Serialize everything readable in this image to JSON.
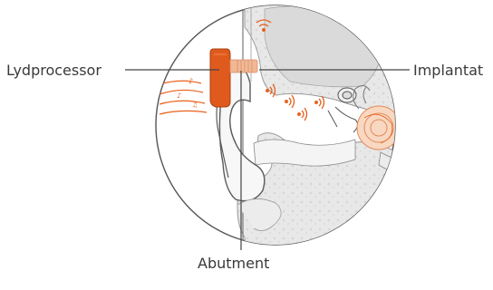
{
  "labels": {
    "sound_processor": "Lydprocessor",
    "implant": "Implantat",
    "abutment": "Abutment"
  },
  "colors": {
    "processor_orange": "#e05a1e",
    "implant_peach": "#f2b896",
    "wave_orange": "#e8601c",
    "bone_gray": "#c9cccf",
    "skin_gray": "#ececec",
    "outline": "#5a5a5a"
  },
  "icons": [
    "sound-processor-icon",
    "implant-screw-icon",
    "abutment-icon",
    "sound-wave-icon",
    "cochlea-icon"
  ]
}
